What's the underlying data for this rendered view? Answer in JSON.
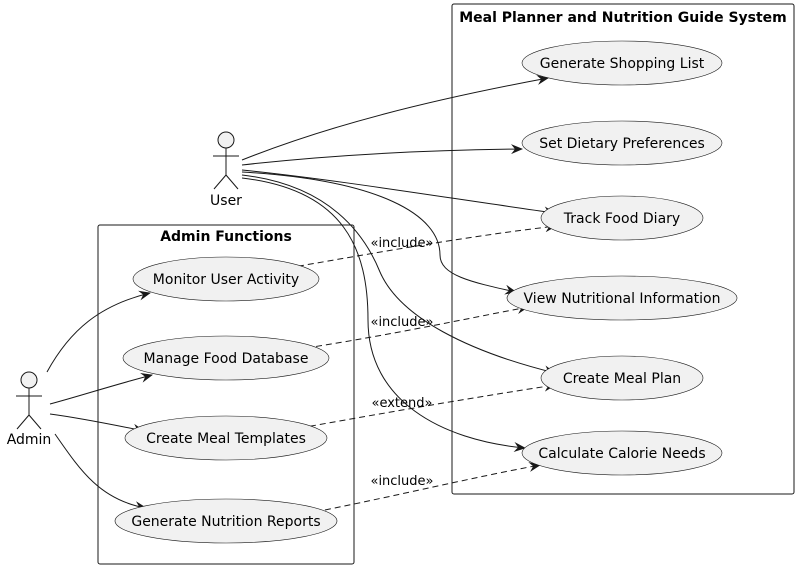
{
  "system": {
    "title": "Meal Planner and Nutrition Guide System",
    "use_cases": {
      "shopping": "Generate Shopping List",
      "preferences": "Set Dietary Preferences",
      "diary": "Track Food Diary",
      "nutrition_info": "View Nutritional Information",
      "meal_plan": "Create Meal Plan",
      "calories": "Calculate Calorie Needs"
    }
  },
  "admin_package": {
    "title": "Admin Functions",
    "use_cases": {
      "monitor": "Monitor User Activity",
      "food_db": "Manage Food Database",
      "templates": "Create Meal Templates",
      "reports": "Generate Nutrition Reports"
    }
  },
  "actors": {
    "user": "User",
    "admin": "Admin"
  },
  "relations": {
    "monitor_diary": "«include»",
    "fooddb_nutrition": "«include»",
    "templates_mealplan": "«extend»",
    "reports_calories": "«include»"
  }
}
